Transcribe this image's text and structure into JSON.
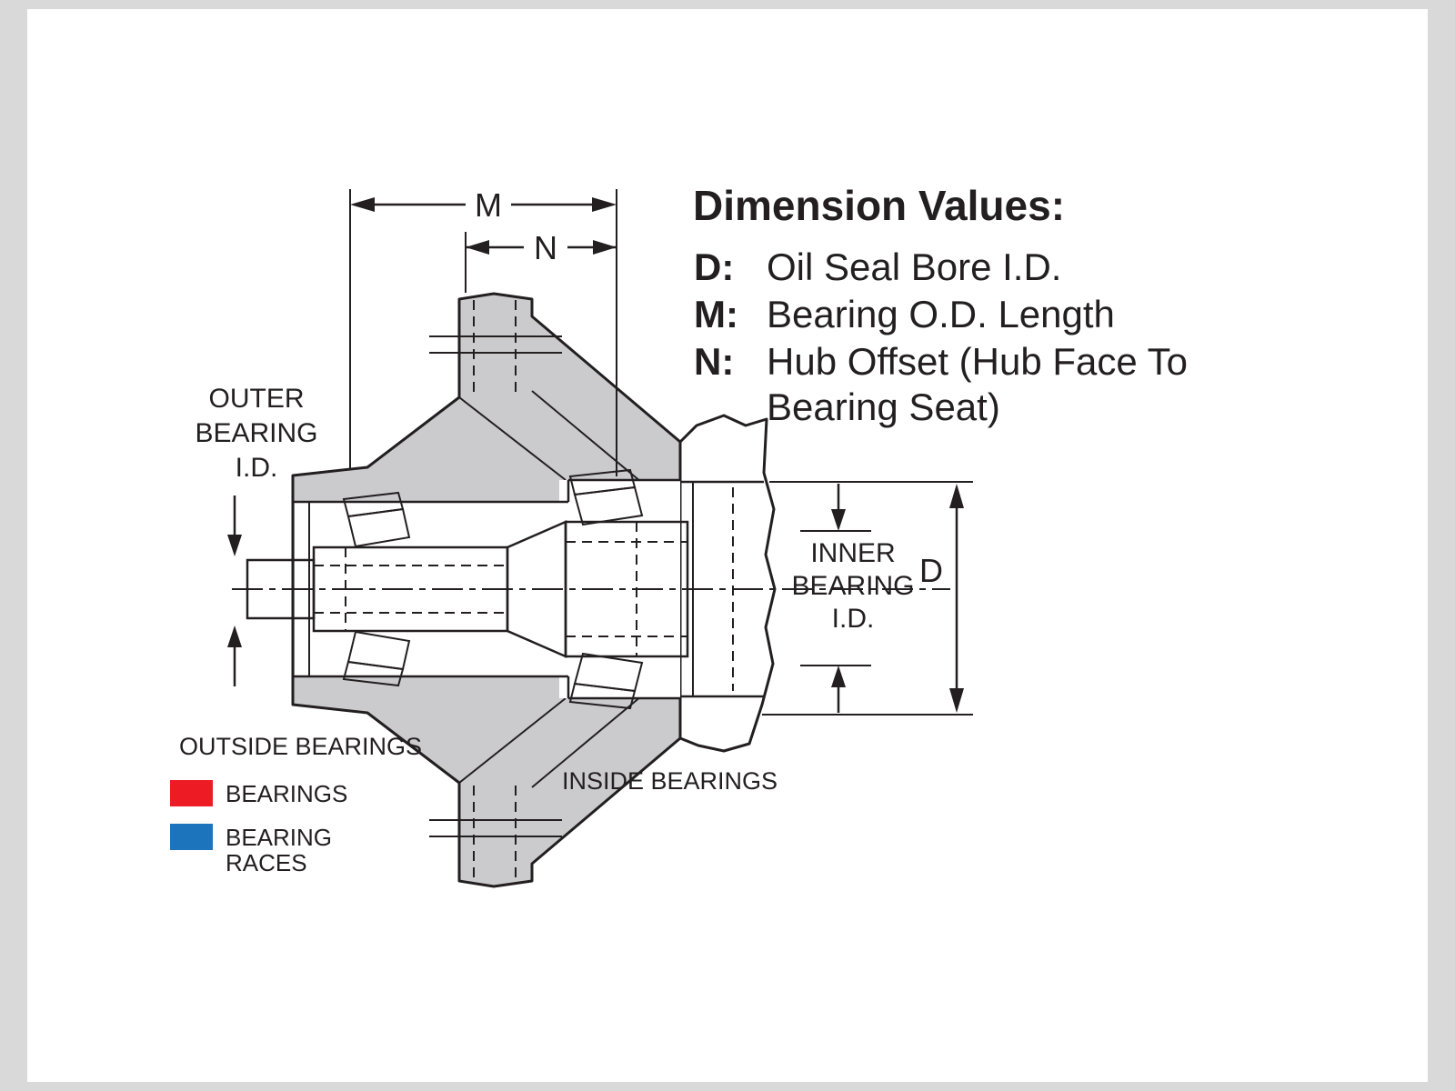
{
  "colors": {
    "bearing_red": "#ED1C24",
    "race_blue": "#1C75BC",
    "body_gray": "#CBCBCD",
    "line_black": "#231F20",
    "frame_gray": "#D9D9D9",
    "canvas_white": "#FFFFFF"
  },
  "legend_panel": {
    "title": "Dimension Values:",
    "items": [
      {
        "key": "D:",
        "text": "Oil Seal Bore I.D."
      },
      {
        "key": "M:",
        "text": "Bearing O.D. Length"
      },
      {
        "key": "N:",
        "text": "Hub Offset (Hub Face To"
      },
      {
        "key": "",
        "text": "Bearing Seat)"
      }
    ]
  },
  "dimensions": {
    "m": "M",
    "n": "N",
    "d": "D"
  },
  "callouts": {
    "outer_bearing": [
      "OUTER",
      "BEARING",
      "I.D."
    ],
    "inner_bearing": [
      "INNER",
      "BEARING",
      "I.D."
    ],
    "outside_bearings": "OUTSIDE BEARINGS",
    "inside_bearings": "INSIDE BEARINGS"
  },
  "color_key": {
    "bearings": "BEARINGS",
    "bearing_races": [
      "BEARING",
      "RACES"
    ]
  }
}
